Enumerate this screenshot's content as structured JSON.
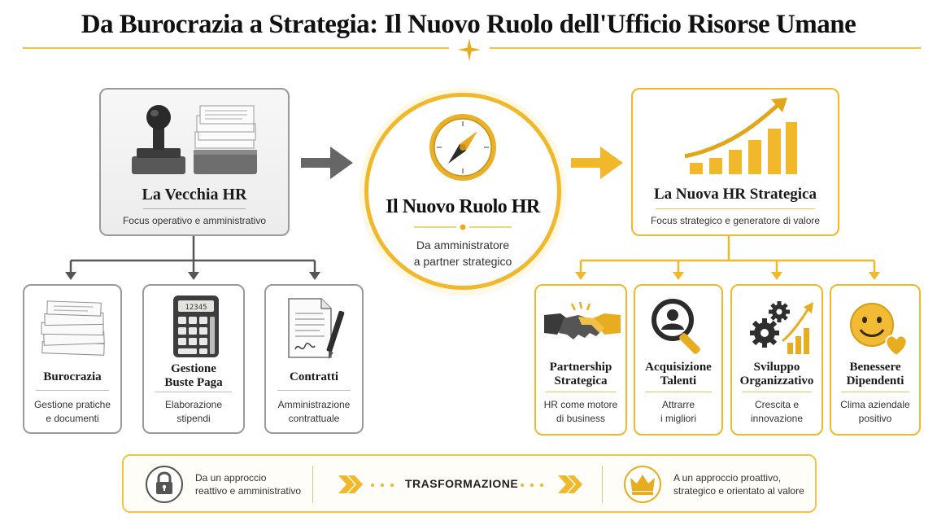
{
  "title": "Da Burocrazia a Strategia: Il Nuovo Ruolo dell'Ufficio Risorse Umane",
  "colors": {
    "gold": "#f0b82a",
    "gray": "#9a9a9a",
    "dark": "#4a4a4a"
  },
  "old_hr": {
    "name": "La Vecchia HR",
    "desc": "Focus operativo e amministrativo",
    "icon": "stamp-and-papers-icon",
    "items": [
      {
        "name": "Burocrazia",
        "desc1": "Gestione pratiche",
        "desc2": "e documenti",
        "icon": "paper-stack-icon"
      },
      {
        "name1": "Gestione",
        "name2": "Buste Paga",
        "desc1": "Elaborazione",
        "desc2": "stipendi",
        "icon": "calculator-icon",
        "display": "12345"
      },
      {
        "name": "Contratti",
        "desc1": "Amministrazione",
        "desc2": "contrattuale",
        "icon": "contract-pen-icon"
      }
    ]
  },
  "center": {
    "name": "Il Nuovo Ruolo HR",
    "desc1": "Da amministratore",
    "desc2": "a partner strategico",
    "icon": "compass-icon"
  },
  "new_hr": {
    "name": "La Nuova HR Strategica",
    "desc": "Focus strategico e generatore di valore",
    "icon": "growth-chart-icon",
    "items": [
      {
        "name1": "Partnership",
        "name2": "Strategica",
        "desc1": "HR come motore",
        "desc2": "di business",
        "icon": "handshake-icon"
      },
      {
        "name1": "Acquisizione",
        "name2": "Talenti",
        "desc1": "Attrarre",
        "desc2": "i migliori",
        "icon": "magnifier-person-icon"
      },
      {
        "name1": "Sviluppo",
        "name2": "Organizzativo",
        "desc1": "Crescita e",
        "desc2": "innovazione",
        "icon": "gears-growth-icon"
      },
      {
        "name1": "Benessere",
        "name2": "Dipendenti",
        "desc1": "Clima aziendale",
        "desc2": "positivo",
        "icon": "smiley-heart-icon"
      }
    ]
  },
  "banner": {
    "left1": "Da un approccio",
    "left2": "reattivo e amministrativo",
    "middle": "TRASFORMAZIONE",
    "right1": "A un approccio proattivo,",
    "right2": "strategico e orientato al valore",
    "left_icon": "lock-icon",
    "right_icon": "crown-icon"
  }
}
